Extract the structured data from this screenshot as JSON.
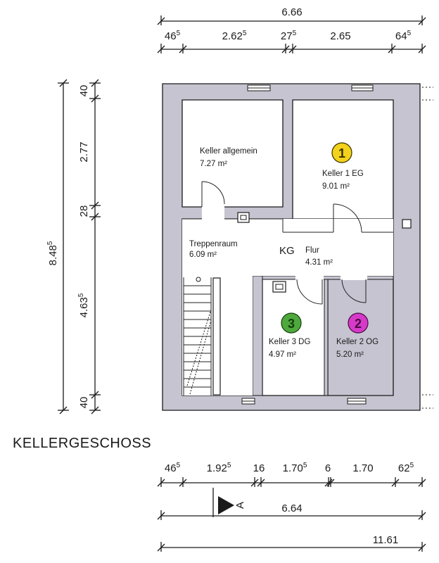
{
  "title": "KELLERGESCHOSS",
  "floor_code": "KG",
  "top_dimensions": {
    "overall": {
      "main": "6.66"
    },
    "segments": [
      {
        "main": "46",
        "sup": "5"
      },
      {
        "main": "2.62",
        "sup": "5"
      },
      {
        "main": "27",
        "sup": "5"
      },
      {
        "main": "2.65",
        "sup": ""
      },
      {
        "main": "64",
        "sup": "5"
      }
    ]
  },
  "left_dimensions": {
    "overall": {
      "main": "8.48",
      "sup": "5"
    },
    "segments": [
      {
        "main": "40",
        "sup": ""
      },
      {
        "main": "2.77",
        "sup": ""
      },
      {
        "main": "28",
        "sup": ""
      },
      {
        "main": "4.63",
        "sup": "5"
      },
      {
        "main": "40",
        "sup": ""
      }
    ]
  },
  "bottom_dimensions": {
    "segments": [
      {
        "main": "46",
        "sup": "5"
      },
      {
        "main": "1.92",
        "sup": "5"
      },
      {
        "main": "16",
        "sup": ""
      },
      {
        "main": "1.70",
        "sup": "5"
      },
      {
        "main": "6",
        "sup": ""
      },
      {
        "main": "1.70",
        "sup": ""
      },
      {
        "main": "62",
        "sup": "5"
      }
    ],
    "row2": "6.64",
    "row3": "11.61",
    "section_marker": "A"
  },
  "rooms": {
    "keller_allgemein": {
      "name": "Keller allgemein",
      "area": "7.27 m²"
    },
    "keller_1": {
      "name": "Keller 1 EG",
      "area": "9.01 m²",
      "badge": "1",
      "badge_color": "#f2d21b"
    },
    "treppenraum": {
      "name": "Treppenraum",
      "area": "6.09 m²"
    },
    "flur": {
      "name": "Flur",
      "area": "4.31 m²"
    },
    "keller_3": {
      "name": "Keller 3 DG",
      "area": "4.97 m²",
      "badge": "3",
      "badge_color": "#4fa83d"
    },
    "keller_2": {
      "name": "Keller 2 OG",
      "area": "5.20 m²",
      "badge": "2",
      "badge_color": "#d63ac8"
    }
  },
  "colors": {
    "wall": "#c5c4d0",
    "line": "#1a1a1a"
  }
}
